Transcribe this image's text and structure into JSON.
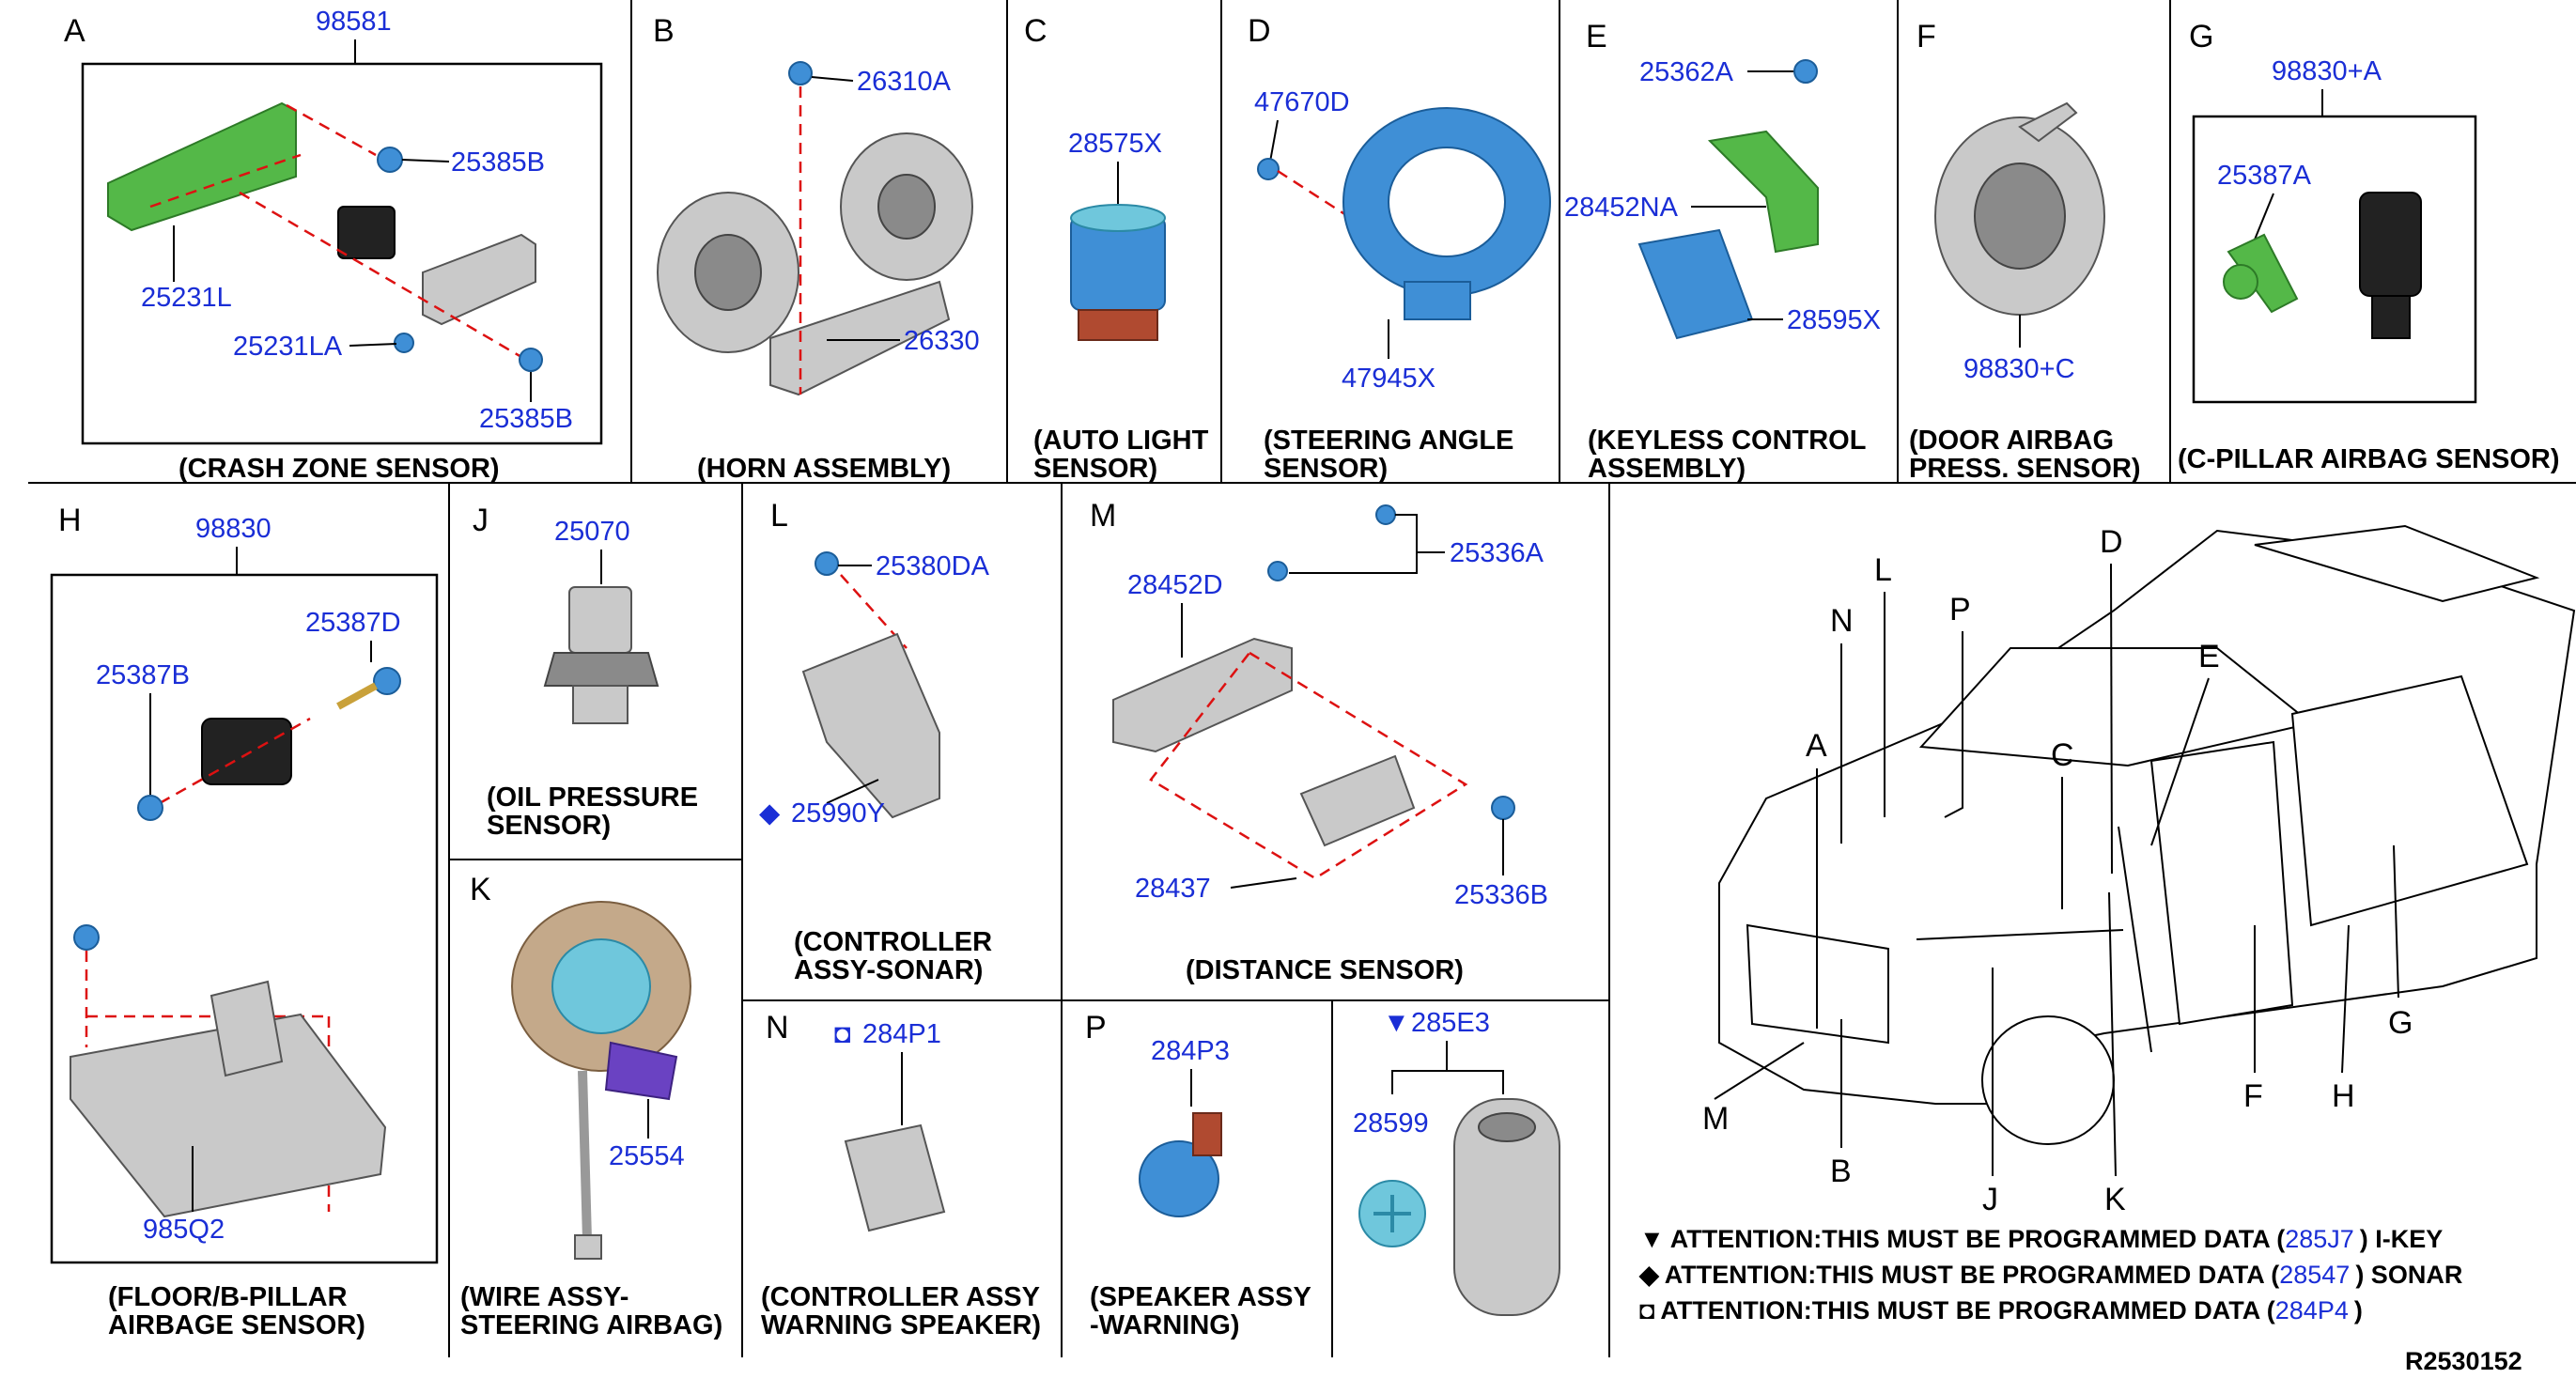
{
  "sections": {
    "A": {
      "letter": "A",
      "caption": [
        "(CRASH ZONE SENSOR)"
      ],
      "parts": [
        "98581",
        "25385B",
        "25231L",
        "25231LA",
        "25385B"
      ]
    },
    "B": {
      "letter": "B",
      "caption": [
        "(HORN ASSEMBLY)"
      ],
      "parts": [
        "26310A",
        "26330"
      ]
    },
    "C": {
      "letter": "C",
      "caption": [
        "(AUTO LIGHT",
        "SENSOR)"
      ],
      "parts": [
        "28575X"
      ]
    },
    "D": {
      "letter": "D",
      "caption": [
        "(STEERING ANGLE",
        "SENSOR)"
      ],
      "parts": [
        "47670D",
        "47945X"
      ]
    },
    "E": {
      "letter": "E",
      "caption": [
        "(KEYLESS CONTROL",
        "ASSEMBLY)"
      ],
      "parts": [
        "25362A",
        "28452NA",
        "28595X"
      ]
    },
    "F": {
      "letter": "F",
      "caption": [
        "(DOOR AIRBAG",
        "PRESS. SENSOR)"
      ],
      "parts": [
        "98830+C"
      ]
    },
    "G": {
      "letter": "G",
      "caption": [
        "(C-PILLAR AIRBAG SENSOR)"
      ],
      "parts": [
        "98830+A",
        "25387A"
      ]
    },
    "H": {
      "letter": "H",
      "caption": [
        "(FLOOR/B-PILLAR",
        "AIRBAGE SENSOR)"
      ],
      "parts": [
        "98830",
        "25387D",
        "25387B",
        "985Q2"
      ]
    },
    "J": {
      "letter": "J",
      "caption": [
        "(OIL PRESSURE",
        "SENSOR)"
      ],
      "parts": [
        "25070"
      ]
    },
    "K": {
      "letter": "K",
      "caption": [
        "(WIRE ASSY-",
        "STEERING AIRBAG)"
      ],
      "parts": [
        "25554"
      ]
    },
    "L": {
      "letter": "L",
      "caption": [
        "(CONTROLLER",
        "ASSY-SONAR)"
      ],
      "parts": [
        "25380DA",
        "25990Y"
      ]
    },
    "M": {
      "letter": "M",
      "caption": [
        "(DISTANCE SENSOR)"
      ],
      "parts": [
        "28452D",
        "25336A",
        "28437",
        "25336B"
      ]
    },
    "N": {
      "letter": "N",
      "caption": [
        "(CONTROLLER ASSY",
        "WARNING SPEAKER)"
      ],
      "parts": [
        "284P1"
      ]
    },
    "P": {
      "letter": "P",
      "caption": [
        "(SPEAKER ASSY",
        "-WARNING)"
      ],
      "parts": [
        "284P3"
      ]
    },
    "KEY": {
      "parts": [
        "285E3",
        "28599"
      ]
    }
  },
  "vehicle_callouts": [
    "N",
    "L",
    "P",
    "D",
    "E",
    "A",
    "C",
    "M",
    "B",
    "J",
    "K",
    "F",
    "H",
    "G"
  ],
  "attention": [
    {
      "symbol": "▼",
      "text": "ATTENTION:THIS MUST BE PROGRAMMED DATA (",
      "part": "285J7",
      "suffix": ") I-KEY"
    },
    {
      "symbol": "◆",
      "text": "ATTENTION:THIS MUST BE PROGRAMMED DATA (",
      "part": "28547",
      "suffix": ") SONAR"
    },
    {
      "symbol": "◘",
      "text": "ATTENTION:THIS MUST BE PROGRAMMED DATA (",
      "part": "284P4",
      "suffix": ")"
    }
  ],
  "markers": {
    "sonar": "◆",
    "speaker": "◘",
    "ikey": "▼"
  },
  "ref_code": "R2530152",
  "colors": {
    "part_number": "#1a2ed6",
    "leader_dash": "#dd1111",
    "bracket": "#54b848",
    "module": "#3f8fd6"
  }
}
